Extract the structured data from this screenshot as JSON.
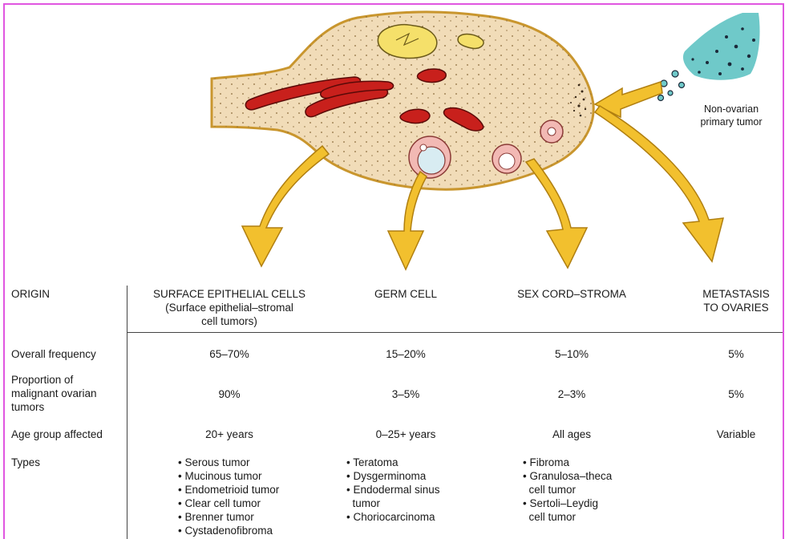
{
  "diagram": {
    "source_label": [
      "Non-ovarian",
      "primary tumor"
    ]
  },
  "table": {
    "header_label": "ORIGIN",
    "columns": [
      {
        "title": [
          "SURFACE EPITHELIAL CELLS",
          "(Surface epithelial–stromal",
          "cell tumors)"
        ]
      },
      {
        "title": [
          "GERM CELL"
        ]
      },
      {
        "title": [
          "SEX CORD–STROMA"
        ]
      },
      {
        "title": [
          "METASTASIS",
          "TO OVARIES"
        ]
      }
    ],
    "rows": [
      {
        "label": [
          "Overall frequency"
        ],
        "values": [
          "65–70%",
          "15–20%",
          "5–10%",
          "5%"
        ]
      },
      {
        "label": [
          "Proportion of",
          "malignant ovarian",
          "tumors"
        ],
        "values": [
          "90%",
          "3–5%",
          "2–3%",
          "5%"
        ]
      },
      {
        "label": [
          "Age group affected"
        ],
        "values": [
          "20+ years",
          "0–25+ years",
          "All ages",
          "Variable"
        ]
      }
    ],
    "types_label": "Types",
    "types": [
      [
        "• Serous tumor",
        "• Mucinous tumor",
        "• Endometrioid tumor",
        "• Clear cell tumor",
        "• Brenner tumor",
        "• Cystadenofibroma"
      ],
      [
        "• Teratoma",
        "• Dysgerminoma",
        "• Endodermal sinus",
        "  tumor",
        "• Choriocarcinoma"
      ],
      [
        "• Fibroma",
        "• Granulosa–theca",
        "  cell tumor",
        "• Sertoli–Leydig",
        "  cell tumor"
      ],
      []
    ]
  },
  "colors": {
    "frame_border": "#e056e0",
    "ovary_fill": "#f1dcb8",
    "ovary_outline": "#c9962e",
    "vessel_red": "#c8201c",
    "follicle_pink": "#f2b9b4",
    "corpus_yellow": "#f5e06a",
    "arrow_yellow": "#f2c02e",
    "tumor_teal": "#6fc9c9"
  }
}
